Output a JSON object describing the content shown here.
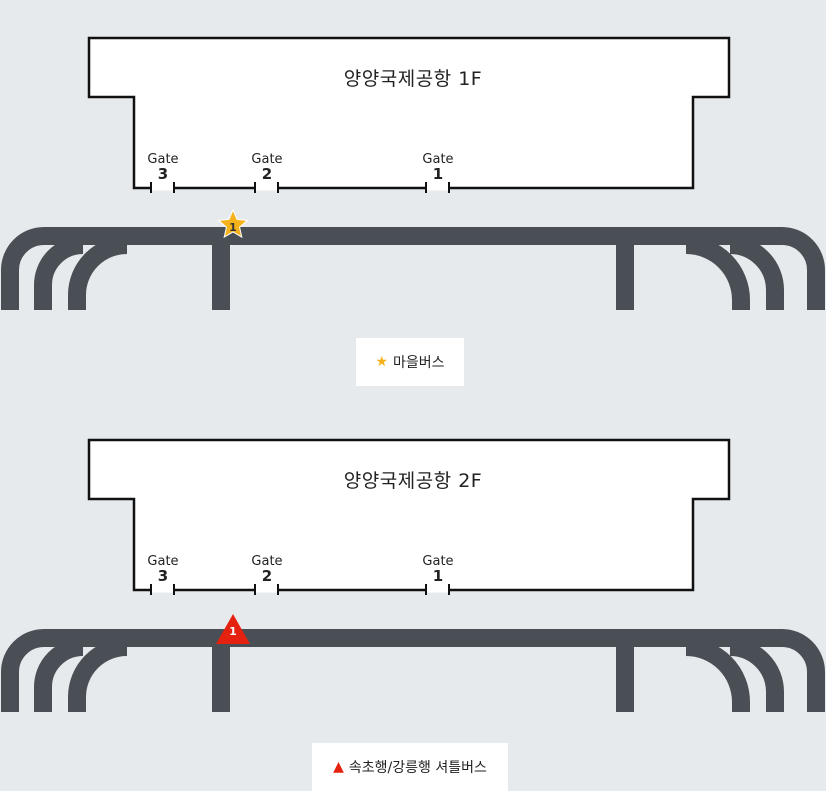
{
  "colors": {
    "background": "#e7eaed",
    "road": "#4a4f55",
    "building_fill": "#ffffff",
    "building_stroke": "#111111",
    "bus_star": "#f5b21b",
    "shuttle_triangle": "#e5220f"
  },
  "floors": [
    {
      "title": "양양국제공항 1F",
      "gates": [
        {
          "label": "Gate",
          "number": "3"
        },
        {
          "label": "Gate",
          "number": "2"
        },
        {
          "label": "Gate",
          "number": "1"
        }
      ],
      "stop": {
        "icon": "star-icon",
        "number": "1"
      },
      "legend": {
        "icon": "star-icon",
        "label": "마을버스"
      }
    },
    {
      "title": "양양국제공항 2F",
      "gates": [
        {
          "label": "Gate",
          "number": "3"
        },
        {
          "label": "Gate",
          "number": "2"
        },
        {
          "label": "Gate",
          "number": "1"
        }
      ],
      "stop": {
        "icon": "triangle-icon",
        "number": "1"
      },
      "legend": {
        "icon": "triangle-icon",
        "label": "속초행/강릉행 셔틀버스"
      }
    }
  ]
}
